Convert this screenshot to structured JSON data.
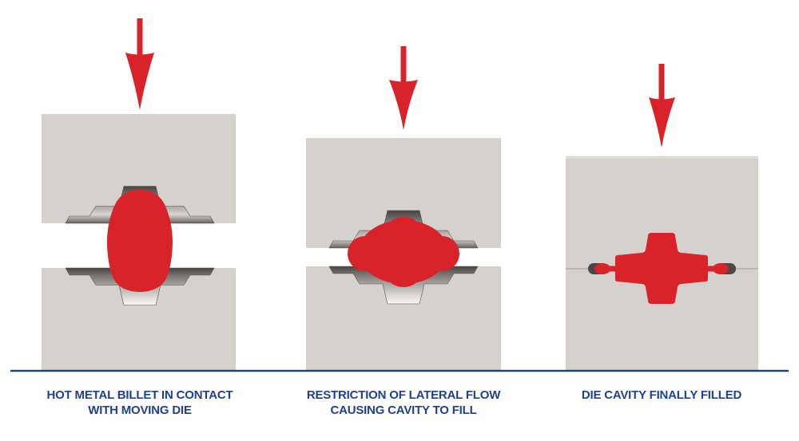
{
  "diagram": {
    "stages": [
      {
        "caption": {
          "line1": "HOT METAL BILLET IN CONTACT",
          "line2": "WITH MOVING DIE"
        }
      },
      {
        "caption": {
          "line1": "RESTRICTION OF LATERAL FLOW",
          "line2": "CAUSING CAVITY TO FILL"
        }
      },
      {
        "caption": {
          "line1": "DIE CAVITY FINALLY FILLED",
          "line2": ""
        }
      }
    ],
    "colors": {
      "metal_red": "#d9232a",
      "die_gray": "#d5d1cc",
      "caption_blue": "#21418c",
      "ground_line_blue": "#1e3f72"
    },
    "icons": {
      "force_arrow": "↓"
    }
  }
}
